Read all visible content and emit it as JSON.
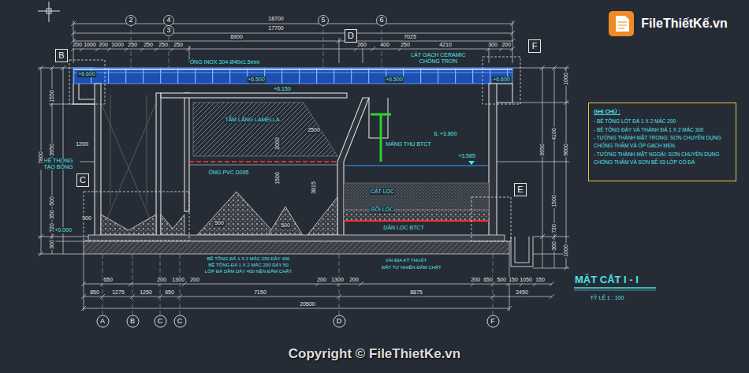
{
  "diagram": {
    "title": "MẶT CẮT I - I",
    "nodes": [
      {
        "text": [
          "B"
        ]
      },
      {
        "text": [
          "D"
        ]
      },
      {
        "text": [
          "F"
        ]
      },
      {
        "text": [
          "C"
        ]
      },
      {
        "text": [
          "E"
        ]
      },
      {
        "text": [
          "GHI CHÚ :",
          "- BÊ TÔNG LÓT ĐÁ 1 X 2 MÁC 200",
          "- BÊ TÔNG ĐÁY VÀ THÀNH ĐÁ 1 X 2 MÁC 300",
          "- TƯỜNG THÀNH MẶT TRONG: SƠN CHUYÊN DỤNG CHỐNG THẤM VÀ ỐP GẠCH MEN.",
          "- TƯỜNG THÀNH MẶT NGOÀI: SƠN CHUYÊN DỤNG CHỐNG THẤM VÀ SƠN BỀ 03 LỚP CÓ ĐÁ"
        ]
      },
      {
        "text": [
          "A"
        ]
      },
      {
        "text": [
          "B"
        ]
      },
      {
        "text": [
          "C"
        ]
      },
      {
        "text": [
          "C"
        ]
      },
      {
        "text": [
          "D"
        ]
      },
      {
        "text": [
          "F"
        ]
      }
    ],
    "labels": [
      "18700",
      "17700",
      "6900",
      "7025",
      "4210",
      "200",
      "1000",
      "200",
      "1000",
      "250",
      "250",
      "250",
      "250",
      "260",
      "400",
      "250",
      "300",
      "200",
      "2",
      "4",
      "3",
      "5",
      "6",
      "ỐNG INOX 304 Ø40x1.5mm",
      "LÁT GẠCH CERAMIC CHỐNG TRƠN",
      "+6.600",
      "+6.500",
      "+6.150",
      "+6.500",
      "+6.600",
      "TẤM LẮNG LAMELLA",
      "2500",
      "2000",
      "1500",
      "MÁNG THU BTCT",
      "IL +3.800",
      "+3.585",
      "ỐNG PVC D095",
      "HỆ THỐNG TẠO BÔNG",
      "+0.000",
      "CÁT LỌC",
      "SỎI LỌC",
      "DÀN LỌC BTCT",
      "3815",
      "500",
      "500",
      "7800",
      "1550",
      "3950",
      "1200",
      "500",
      "350",
      "720",
      "300",
      "500",
      "1000",
      "3950",
      "4100",
      "9600",
      "1500",
      "720",
      "300",
      "1000",
      "BÊ TÔNG ĐÁ 1 X 2 MÁC 250 DÀY 400",
      "BÊ TÔNG ĐÁ 1 X 2 MÁC 200 DÀY 50",
      "LỚP ĐÁ DĂM DÀY 400 NỆN ĐẦM CHẶT",
      "VẢI ĐỊA KỸ THUẬT",
      "ĐẤT TỰ NHIÊN ĐẦM CHẶT",
      "650",
      "200",
      "1300",
      "200",
      "200",
      "1300",
      "200",
      "200",
      "650",
      "500",
      "150",
      "1050",
      "150",
      "850",
      "1275",
      "1250",
      "650",
      "7150",
      "8875",
      "2450",
      "20500",
      "TỶ LỆ 1 : 100",
      "FileThiếtKế.vn",
      "Copyright © FileThietKe.vn"
    ]
  }
}
